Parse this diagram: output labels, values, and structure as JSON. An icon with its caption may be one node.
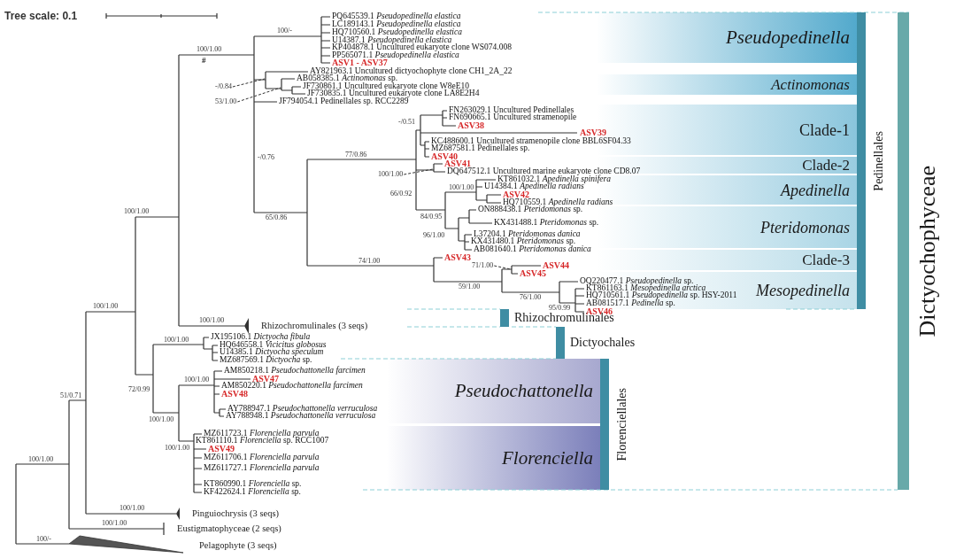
{
  "diagram": {
    "nodes": [
      {
        "text": [
          "-/0.84"
        ]
      },
      {
        "text": [
          "53/1.00"
        ]
      },
      {
        "text": [
          "100/1.00"
        ]
      },
      {
        "text": [
          "71/1.00"
        ]
      },
      {
        "text": [
          "Pseudopedinella"
        ]
      },
      {
        "text": [
          "Actinomonas"
        ]
      },
      {
        "text": [
          "Clade-1"
        ]
      },
      {
        "text": [
          "Clade-2"
        ]
      },
      {
        "text": [
          "Apedinella"
        ]
      },
      {
        "text": [
          "Pteridomonas"
        ]
      },
      {
        "text": [
          "Clade-3"
        ]
      },
      {
        "text": [
          "Mesopedinella"
        ]
      },
      {
        "text": [
          "Pedinellales"
        ]
      },
      {
        "text": [
          "Dictyochophyceae"
        ]
      },
      {
        "text": [
          "Rhizochromulinales"
        ]
      },
      {
        "text": [
          "Dictyochales"
        ]
      },
      {
        "text": [
          "Pseudochattonella"
        ]
      },
      {
        "text": [
          "Florenciella"
        ]
      },
      {
        "text": [
          "Florenciellales"
        ]
      }
    ],
    "edges": [
      {
        "from": 0,
        "to": null,
        "arrow": "none",
        "style": "dashed"
      },
      {
        "from": 1,
        "to": null,
        "arrow": "none",
        "style": "dashed"
      },
      {
        "from": 2,
        "to": null,
        "arrow": "none",
        "style": "dashed"
      },
      {
        "from": 3,
        "to": null,
        "arrow": "none",
        "style": "dashed"
      }
    ],
    "labels": [
      "Tree scale: 0.1",
      "PQ645539.1 *Pseudopedinella elastica*",
      "LC189143.1 *Pseudopedinella elastica*",
      "HQ710560.1 *Pseudopedinella elastica*",
      "U14387.1 *Pseudopedinella elastica*",
      "KP404878.1 Uncultured eukaryote clone WS074.008",
      "PP565071.1 *Pseudopedinella elastica*",
      "ASV1 - ASV37",
      "100/-",
      "100/1.00",
      "#",
      "AY821963.1 Uncultured dictyochophyte clone CH1_2A_22",
      "AB058385.1 *Actinomonas* sp.",
      "JF730861.1 Uncultured eukaryote clone W8eE10",
      "JF730835.1 Uncultured eukaryote clone LA8E2H4",
      "JF794054.1 Pedinellales sp. RCC2289",
      "FN263029.1 Uncultured Pedinellales",
      "FN690665.1 Uncultured stramenopile",
      "-/0.51",
      "ASV38",
      "ASV39",
      "KC488600.1 Uncultured stramenopile clone BBL6SF04.33",
      "MZ687581.1 Pedinellales sp.",
      "77/0.86",
      "ASV40",
      "-/0.76",
      "ASV41",
      "DQ647512.1 Uncultured marine eukaryote clone CD8.07",
      "KT861032.1 *Apedinella spinifera*",
      "U14384.1 *Apedinella radians*",
      "100/1.00",
      "66/0.92",
      "ASV42",
      "HQ710559.1 *Apedinella radians*",
      "ON888438.1 *Pteridomonas* sp.",
      "100/1.00",
      "65/0.86",
      "84/0.95",
      "KX431488.1 *Pteridomonas* sp.",
      "L37204.1 *Pteridomonas danica*",
      "96/1.00",
      "KX431480.1 *Pteridomonas* sp.",
      "AB081640.1 *Pteridomonas danica*",
      "ASV43",
      "74/1.00",
      "ASV44",
      "ASV45",
      "OQ220477.1 *Pseudopedinella* sp.",
      "59/1.00",
      "KT861163.1 *Mesopedinella arctica*",
      "HQ710561.1 *Pseudopedinella* sp. HSY-2011",
      "76/1.00",
      "AB081517.1 *Pedinella* sp.",
      "95/0.99",
      "ASV46",
      "100/1.00",
      "100/1.00",
      "Rhizochromulinales (3 seqs)",
      "JX195106.1 *Dictyocha fibula*",
      "100/1.00",
      "HQ646558.1 *Vicicitus globosus*",
      "U14385.1 *Dictyocha speculum*",
      "MZ687569.1 *Dictyocha* sp.",
      "AM850218.1 *Pseudochattonella farcimen*",
      "ASV47",
      "100/1.00",
      "AM850220.1 *Pseudochattonella farcimen*",
      "51/0.71",
      "72/0.99",
      "ASV48",
      "AY788947.1 *Pseudochattonella verruculosa*",
      "AY788948.1 *Pseudochattonella verruculosa*",
      "100/1.00",
      "MZ611723.1 *Florenciella parvula*",
      "KT861110.1 *Florenciella* sp. RCC1007",
      "100/1.00",
      "ASV49",
      "MZ611706.1 *Florenciella parvula*",
      "100/1.00",
      "MZ611727.1 *Florenciella parvula*",
      "KT860990.1 *Florenciella* sp.",
      "KF422624.1 *Florenciella* sp.",
      "100/1.00",
      "Pinguiochrysis (3 seqs)",
      "100/1.00",
      "Eustigmatophyceae (2 seqs)",
      "100/-",
      "Pelagophyte (3 seqs)"
    ]
  }
}
